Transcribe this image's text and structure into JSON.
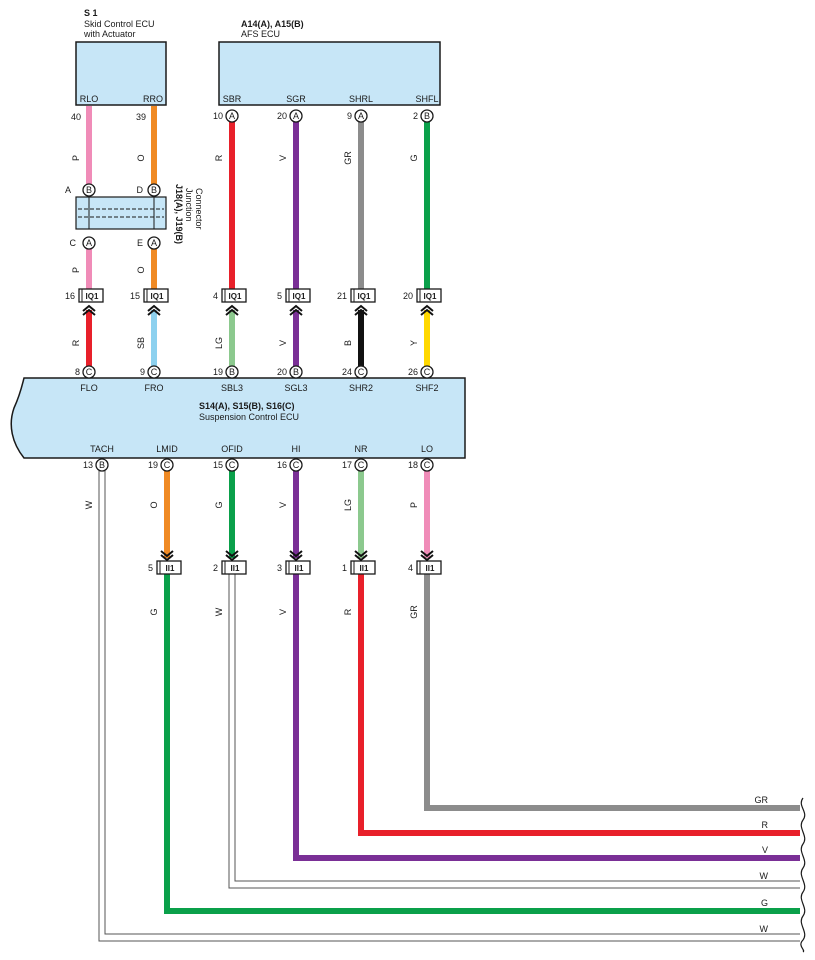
{
  "components": {
    "s1": {
      "code": "S 1",
      "name_line1": "Skid Control ECU",
      "name_line2": "with Actuator"
    },
    "afs": {
      "code": "A14(A), A15(B)",
      "name": "AFS ECU"
    },
    "junction": {
      "code": "J18(A), J19(B)",
      "name_line1": "Junction",
      "name_line2": "Connector"
    },
    "susp": {
      "code": "S14(A), S15(B), S16(C)",
      "name": "Suspension Control ECU"
    }
  },
  "terminals": {
    "s1": [
      {
        "label": "RLO",
        "pin": "40"
      },
      {
        "label": "RRO",
        "pin": "39"
      }
    ],
    "afs": [
      {
        "label": "SBR",
        "pin": "10",
        "conn": "A"
      },
      {
        "label": "SGR",
        "pin": "20",
        "conn": "A"
      },
      {
        "label": "SHRL",
        "pin": "9",
        "conn": "A"
      },
      {
        "label": "SHFL",
        "pin": "2",
        "conn": "B"
      }
    ],
    "junction_top": [
      {
        "letter": "A",
        "conn": "B"
      },
      {
        "letter": "D",
        "conn": "B"
      }
    ],
    "junction_bottom": [
      {
        "letter": "C",
        "conn": "A"
      },
      {
        "letter": "E",
        "conn": "A"
      }
    ],
    "susp_top": [
      {
        "label": "FLO",
        "pin": "8",
        "conn": "C"
      },
      {
        "label": "FRO",
        "pin": "9",
        "conn": "C"
      },
      {
        "label": "SBL3",
        "pin": "19",
        "conn": "B"
      },
      {
        "label": "SGL3",
        "pin": "20",
        "conn": "B"
      },
      {
        "label": "SHR2",
        "pin": "24",
        "conn": "C"
      },
      {
        "label": "SHF2",
        "pin": "26",
        "conn": "C"
      }
    ],
    "susp_bottom": [
      {
        "label": "TACH",
        "pin": "13",
        "conn": "B"
      },
      {
        "label": "LMID",
        "pin": "19",
        "conn": "C"
      },
      {
        "label": "OFID",
        "pin": "15",
        "conn": "C"
      },
      {
        "label": "HI",
        "pin": "16",
        "conn": "C"
      },
      {
        "label": "NR",
        "pin": "17",
        "conn": "C"
      },
      {
        "label": "LO",
        "pin": "18",
        "conn": "C"
      }
    ]
  },
  "iq1": {
    "tag": "IQ1",
    "pins": [
      "16",
      "15",
      "4",
      "5",
      "21",
      "20"
    ]
  },
  "ii1": {
    "tag": "II1",
    "pins": [
      "5",
      "2",
      "3",
      "1",
      "4"
    ]
  },
  "wires": {
    "upper_top": [
      "R",
      "V",
      "GR",
      "G"
    ],
    "s1_upper": [
      "P",
      "O"
    ],
    "s1_mid": [
      "P",
      "O"
    ],
    "lower_top": [
      "R",
      "SB",
      "LG",
      "V",
      "B",
      "Y"
    ],
    "susp_out": [
      "W",
      "O",
      "G",
      "V",
      "LG",
      "P"
    ],
    "ii1_out": [
      "G",
      "W",
      "V",
      "R",
      "GR"
    ],
    "right_ends": [
      "GR",
      "R",
      "V",
      "W",
      "G",
      "W"
    ]
  },
  "colors": {
    "P": "#f08cb8",
    "O": "#f08a24",
    "R": "#e8202a",
    "V": "#7a2f96",
    "GR": "#8c8c8c",
    "G": "#0aa04a",
    "SB": "#8dd1ef",
    "LG": "#8cc98e",
    "B": "#111111",
    "Y": "#ffd800",
    "W": "#ffffff",
    "ecu_fill": "#c7e6f7"
  }
}
